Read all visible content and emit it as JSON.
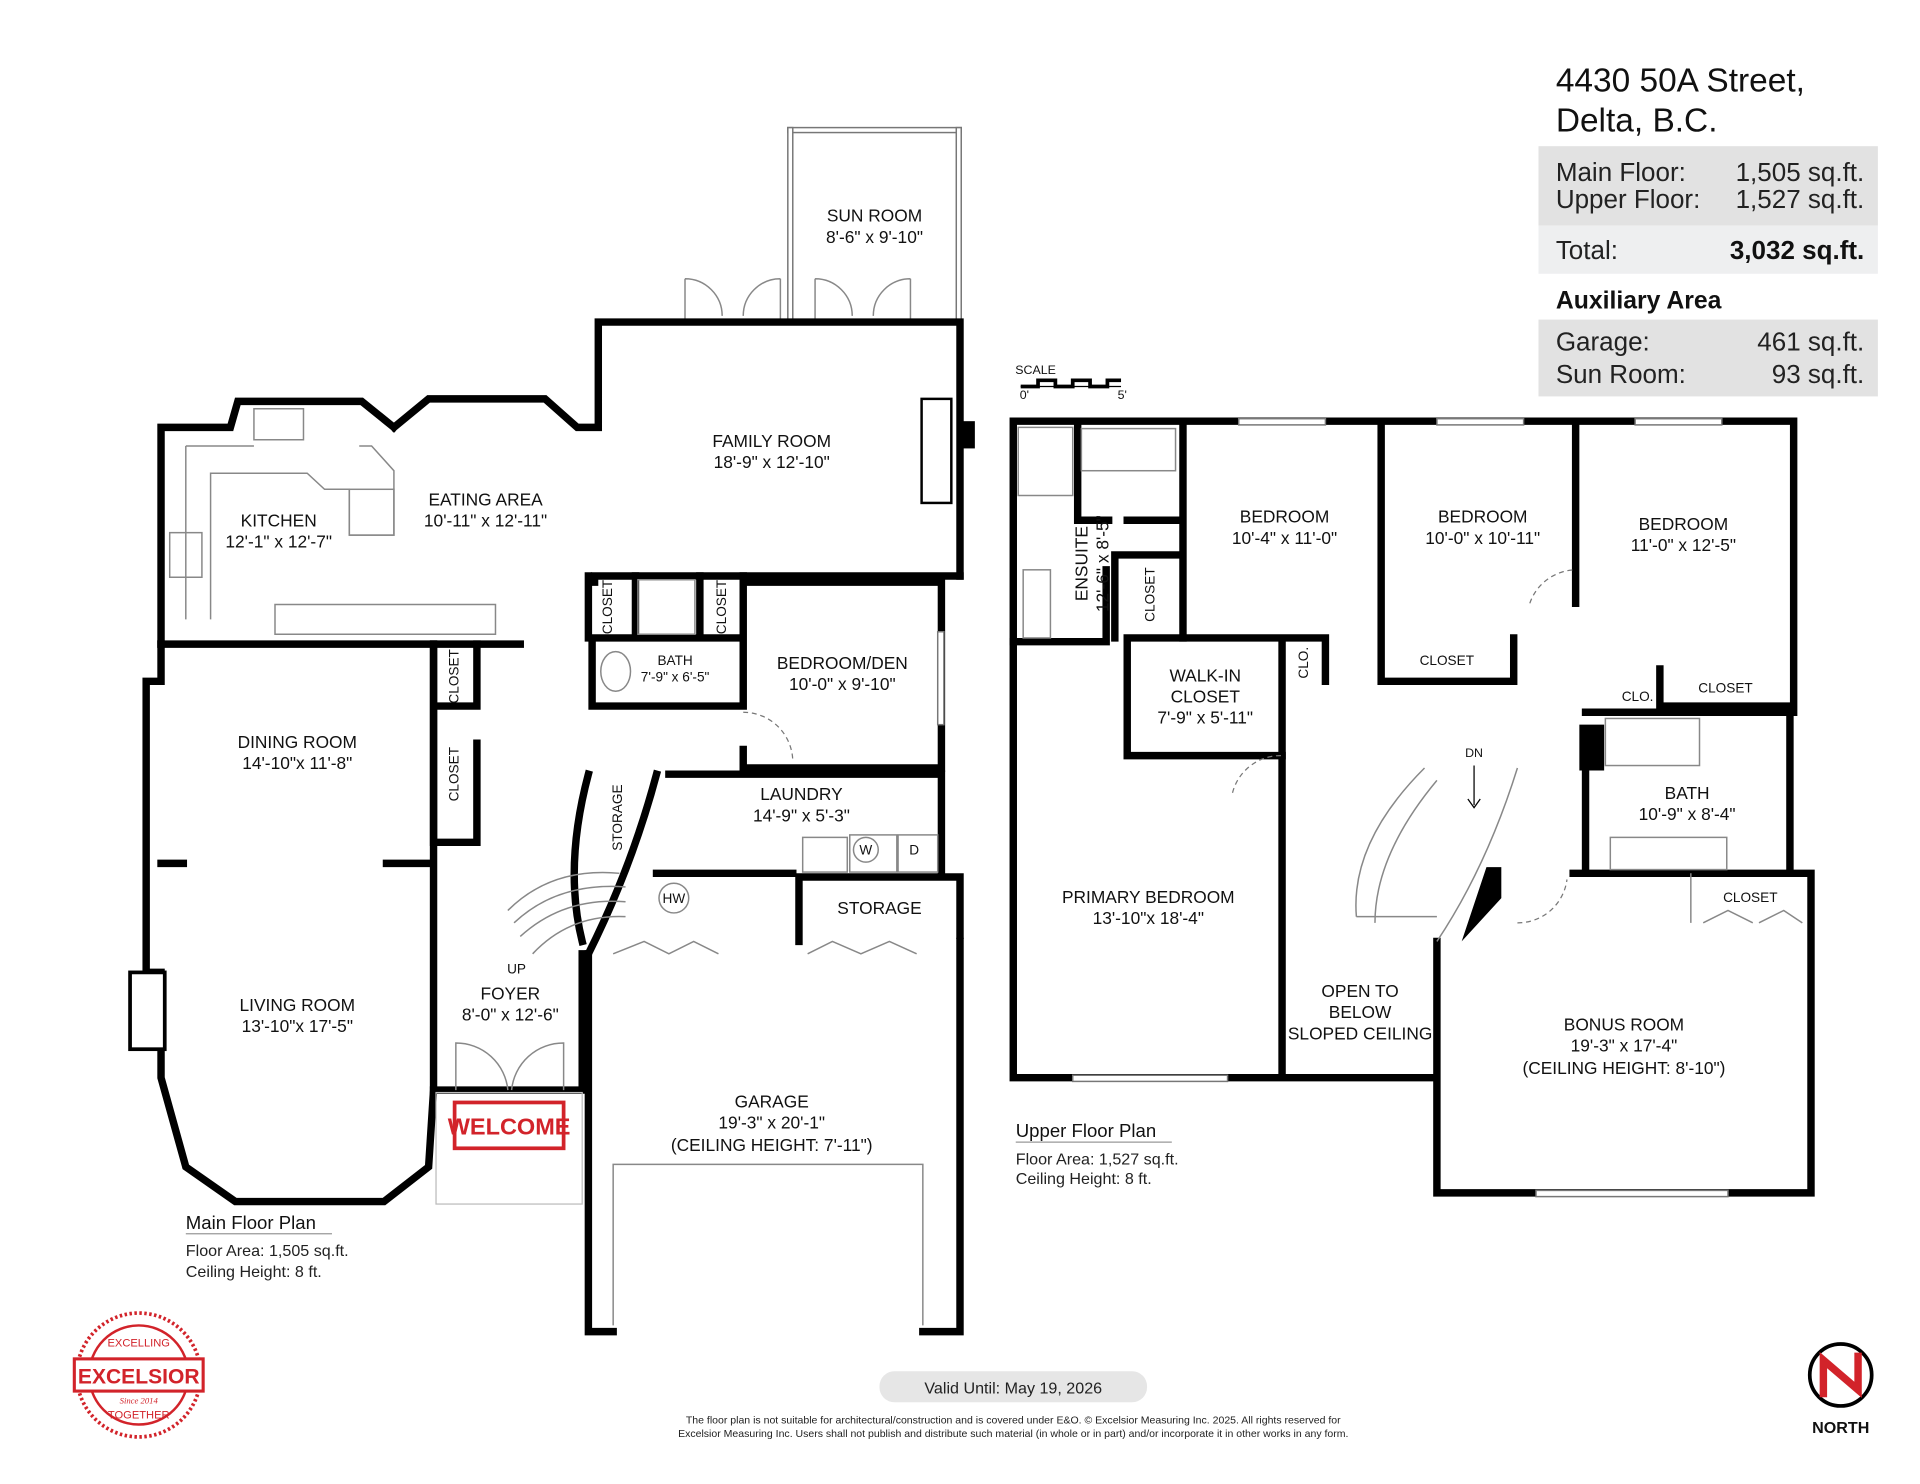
{
  "header": {
    "address_line1": "4430 50A Street,",
    "address_line2": "Delta, B.C.",
    "areas": [
      {
        "label": "Main Floor:",
        "value": "1,505 sq.ft."
      },
      {
        "label": "Upper Floor:",
        "value": "1,527 sq.ft."
      }
    ],
    "total": {
      "label": "Total:",
      "value": "3,032 sq.ft."
    },
    "auxiliary_title": "Auxiliary Area",
    "auxiliary": [
      {
        "label": "Garage:",
        "value": "461 sq.ft."
      },
      {
        "label": "Sun Room:",
        "value": "93 sq.ft."
      }
    ]
  },
  "scale": {
    "label": "SCALE",
    "start": "0'",
    "end": "5'"
  },
  "main_floor": {
    "title": "Main Floor Plan",
    "floor_area": "Floor Area: 1,505 sq.ft.",
    "ceiling": "Ceiling Height: 8 ft.",
    "rooms": [
      {
        "name": "SUN ROOM",
        "dims": "8'-6\" x 9'-10\""
      },
      {
        "name": "FAMILY ROOM",
        "dims": "18'-9\" x 12'-10\""
      },
      {
        "name": "EATING AREA",
        "dims": "10'-11\" x 12'-11\""
      },
      {
        "name": "KITCHEN",
        "dims": "12'-1\" x 12'-7\""
      },
      {
        "name": "BEDROOM/DEN",
        "dims": "10'-0\" x 9'-10\""
      },
      {
        "name": "BATH",
        "dims": "7'-9\" x 6'-5\""
      },
      {
        "name": "LAUNDRY",
        "dims": "14'-9\" x 5'-3\""
      },
      {
        "name": "DINING ROOM",
        "dims": "14'-10\"x 11'-8\""
      },
      {
        "name": "LIVING ROOM",
        "dims": "13'-10\"x 17'-5\""
      },
      {
        "name": "FOYER",
        "dims": "8'-0\" x 12'-6\""
      },
      {
        "name": "GARAGE",
        "dims": "19'-3\" x 20'-1\"",
        "note": "(CEILING HEIGHT: 7'-11\")"
      }
    ],
    "labels": {
      "closet": "CLOSET",
      "storage": "STORAGE",
      "up": "UP",
      "hw": "HW",
      "washer": "W",
      "dryer": "D",
      "welcome": "WELCOME"
    }
  },
  "upper_floor": {
    "title": "Upper Floor Plan",
    "floor_area": "Floor Area: 1,527 sq.ft.",
    "ceiling": "Ceiling Height: 8 ft.",
    "rooms": [
      {
        "name": "ENSUITE",
        "dims": "12'-6\" x 8'-5\""
      },
      {
        "name": "BEDROOM",
        "dims": "10'-4\" x 11'-0\""
      },
      {
        "name": "BEDROOM",
        "dims": "10'-0\" x 10'-11\""
      },
      {
        "name": "BEDROOM",
        "dims": "11'-0\" x 12'-5\""
      },
      {
        "name": "WALK-IN",
        "name2": "CLOSET",
        "dims": "7'-9\" x 5'-11\""
      },
      {
        "name": "BATH",
        "dims": "10'-9\" x 8'-4\""
      },
      {
        "name": "PRIMARY BEDROOM",
        "dims": "13'-10\"x 18'-4\""
      },
      {
        "name": "OPEN TO",
        "name2": "BELOW",
        "name3": "SLOPED CEILING"
      },
      {
        "name": "BONUS ROOM",
        "dims": "19'-3\" x 17'-4\"",
        "note": "(CEILING HEIGHT: 8'-10\")"
      }
    ],
    "labels": {
      "closet": "CLOSET",
      "clo": "CLO.",
      "dn": "DN"
    }
  },
  "footer": {
    "valid_until": "Valid Until: May 19, 2026",
    "disclaimer1": "The floor plan is not suitable for architectural/construction and is covered under E&O. © Excelsior Measuring Inc. 2025. All rights reserved for",
    "disclaimer2": "Excelsior Measuring Inc. Users shall not publish and distribute such material (in whole or in part) and/or incorporate it in other works in any form.",
    "north": "NORTH"
  },
  "logo": {
    "top": "EXCELLING",
    "main": "EXCELSIOR",
    "since": "Since 2014",
    "bottom": "TOGETHER"
  },
  "colors": {
    "brand_red": "#d2232a",
    "box_gray": "#e2e2e2",
    "box_light": "#eeeff0",
    "wall": "#000000"
  }
}
